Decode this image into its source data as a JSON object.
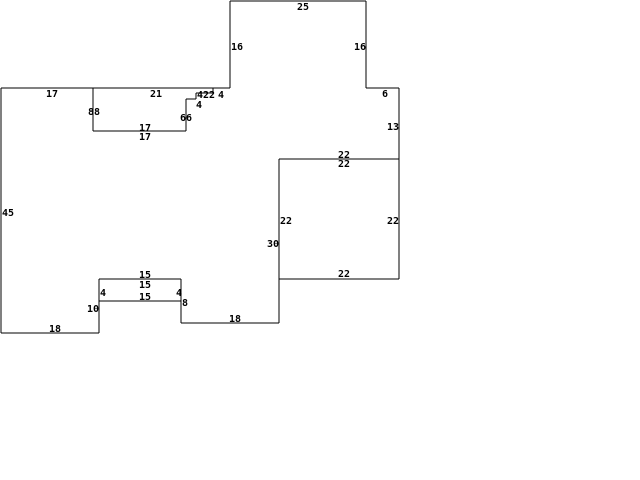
{
  "labels": {
    "top_width": "25",
    "tower_left": "16",
    "tower_right": "16",
    "right_step": "6",
    "right_upper": "13",
    "box_top_outer": "22",
    "box_top_inner": "22",
    "box_left": "22",
    "box_right": "22",
    "box_bottom": "22",
    "mid_vertical": "30",
    "bottom_mid": "18",
    "notch_right": "8",
    "notch_top_outer": "15",
    "notch_top_inner": "15",
    "notch_bottom": "15",
    "notch_left_side": "4",
    "notch_right_side": "4",
    "left_step": "10",
    "bottom_left": "18",
    "left_side": "45",
    "top_left": "17",
    "top_mid": "21",
    "top_a": "4",
    "top_b": "22",
    "top_c": "4",
    "step_small": "4",
    "stair_6": "66",
    "bay_top": "17",
    "bay_bottom": "17",
    "bay_left": "88"
  }
}
